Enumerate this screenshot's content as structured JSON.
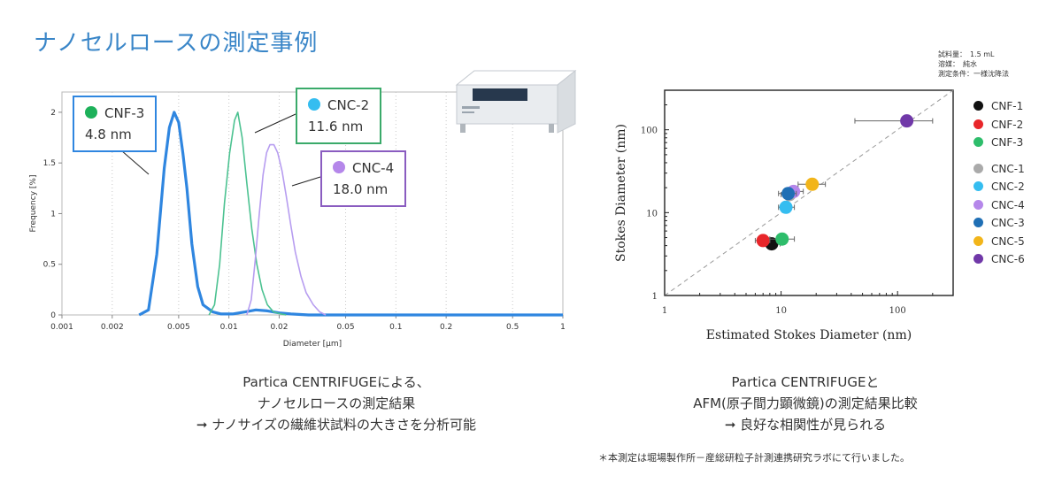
{
  "page": {
    "title": "ナノセルロースの測定事例",
    "left_caption": [
      "Partica CENTRIFUGEによる、",
      "ナノセルロースの測定結果",
      "➞ ナノサイズの繊維状試料の大きさを分析可能"
    ],
    "right_caption": [
      "Partica CENTRIFUGEと",
      "AFM(原子間力顕微鏡)の測定結果比較",
      "➞ 良好な相関性が見られる"
    ],
    "footnote": "＊本測定は堀場製作所－産総研粒子計測連携研究ラボにて行いました。",
    "conditions": [
      "試料量：　1.5 mL",
      "溶媒：　純水",
      "測定条件：一様沈降法"
    ]
  },
  "chart_data": [
    {
      "type": "line",
      "xlabel": "Diameter [µm]",
      "ylabel": "Frequency [%]",
      "xscale": "log",
      "xlim": [
        0.001,
        1
      ],
      "ylim": [
        0,
        2.2
      ],
      "x_ticks": [
        "0.001",
        "0.002",
        "0.005",
        "0.01",
        "0.02",
        "0.05",
        "0.1",
        "0.2",
        "0.5",
        "1"
      ],
      "x_tick_values": [
        0.001,
        0.002,
        0.005,
        0.01,
        0.02,
        0.05,
        0.1,
        0.2,
        0.5,
        1
      ],
      "y_ticks": [
        "0",
        "0.5",
        "1",
        "1.5",
        "2"
      ],
      "y_tick_values": [
        0,
        0.5,
        1,
        1.5,
        2
      ],
      "grid": "vertical-dotted",
      "series": [
        {
          "name": "CNF-3",
          "color": "#2f86e0",
          "width": 3.2,
          "x": [
            0.0029,
            0.0033,
            0.0037,
            0.0041,
            0.0044,
            0.0047,
            0.005,
            0.0053,
            0.0056,
            0.006,
            0.0065,
            0.007,
            0.008,
            0.009,
            0.0105,
            0.0125,
            0.0145,
            0.017,
            0.02,
            0.0235,
            0.03,
            0.05,
            0.1,
            0.2,
            0.5,
            1
          ],
          "y": [
            0,
            0.05,
            0.6,
            1.45,
            1.85,
            2.0,
            1.9,
            1.6,
            1.25,
            0.7,
            0.28,
            0.1,
            0.03,
            0.01,
            0.01,
            0.03,
            0.05,
            0.04,
            0.02,
            0.01,
            0,
            0,
            0,
            0,
            0,
            0
          ]
        },
        {
          "name": "CNC-2",
          "color": "#4cc291",
          "width": 1.6,
          "x": [
            0.0076,
            0.0082,
            0.0088,
            0.0094,
            0.0101,
            0.0108,
            0.0113,
            0.012,
            0.0128,
            0.0137,
            0.0147,
            0.0158,
            0.017,
            0.0185,
            0.0205,
            0.022
          ],
          "y": [
            0,
            0.1,
            0.5,
            1.1,
            1.6,
            1.92,
            2.0,
            1.75,
            1.3,
            0.85,
            0.5,
            0.25,
            0.1,
            0.03,
            0.01,
            0
          ]
        },
        {
          "name": "CNC-4",
          "color": "#b79df0",
          "width": 1.6,
          "x": [
            0.0128,
            0.0136,
            0.0144,
            0.0152,
            0.016,
            0.0168,
            0.0176,
            0.0186,
            0.0196,
            0.0208,
            0.022,
            0.0235,
            0.025,
            0.027,
            0.029,
            0.032,
            0.035,
            0.038
          ],
          "y": [
            0,
            0.15,
            0.55,
            1.0,
            1.38,
            1.6,
            1.68,
            1.68,
            1.6,
            1.42,
            1.18,
            0.88,
            0.62,
            0.38,
            0.22,
            0.1,
            0.03,
            0
          ]
        }
      ],
      "annotations": [
        {
          "series": "CNF-3",
          "label": "CNF-3",
          "value": "4.8 nm",
          "color": "#2f86e0",
          "border": "#2f86e0"
        },
        {
          "series": "CNC-2",
          "label": "CNC-2",
          "value": "11.6 nm",
          "color": "#35bdf0",
          "border": "#3aaa6a"
        },
        {
          "series": "CNC-4",
          "label": "CNC-4",
          "value": "18.0 nm",
          "color": "#b587ea",
          "border": "#8a5cc0"
        }
      ]
    },
    {
      "type": "scatter",
      "xlabel": "Estimated Stokes Diameter (nm)",
      "ylabel": "Stokes Diameter (nm)",
      "xscale": "log",
      "yscale": "log",
      "xlim": [
        1,
        300
      ],
      "ylim": [
        1,
        300
      ],
      "x_ticks": [
        "1",
        "10",
        "100"
      ],
      "x_tick_values": [
        1,
        10,
        100
      ],
      "y_ticks": [
        "1",
        "10",
        "100"
      ],
      "y_tick_values": [
        1,
        10,
        100
      ],
      "reference_line": "y = x (dashed)",
      "legend": "right",
      "points": [
        {
          "name": "CNF-1",
          "color": "#111111",
          "x": 8.3,
          "y": 4.2,
          "xerr": [
            7.0,
            9.8
          ]
        },
        {
          "name": "CNF-2",
          "color": "#e8262a",
          "x": 7.0,
          "y": 4.6,
          "xerr": [
            6.0,
            8.0
          ]
        },
        {
          "name": "CNF-3",
          "color": "#2ebd6b",
          "x": 10.2,
          "y": 4.8,
          "xerr": [
            8.0,
            13.0
          ]
        },
        {
          "name": "CNC-1",
          "color": "#aaaaaa",
          "x": 11.8,
          "y": 16.5,
          "xerr": [
            10.0,
            13.5
          ]
        },
        {
          "name": "CNC-2",
          "color": "#35bdf0",
          "x": 11.0,
          "y": 11.6,
          "xerr": [
            9.5,
            13.0
          ]
        },
        {
          "name": "CNC-4",
          "color": "#b587ea",
          "x": 12.8,
          "y": 18.0,
          "xerr": [
            10.5,
            15.5
          ]
        },
        {
          "name": "CNC-3",
          "color": "#1f6fb5",
          "x": 11.5,
          "y": 17.0,
          "xerr": [
            9.5,
            13.5
          ]
        },
        {
          "name": "CNC-5",
          "color": "#f2b51a",
          "x": 18.5,
          "y": 22.0,
          "xerr": [
            14.0,
            24.0
          ]
        },
        {
          "name": "CNC-6",
          "color": "#7038a8",
          "x": 120,
          "y": 128,
          "xerr": [
            43,
            200
          ]
        }
      ],
      "legend_groups": [
        [
          "CNF-1",
          "CNF-2",
          "CNF-3"
        ],
        [
          "CNC-1",
          "CNC-2",
          "CNC-4",
          "CNC-3",
          "CNC-5",
          "CNC-6"
        ]
      ]
    }
  ]
}
